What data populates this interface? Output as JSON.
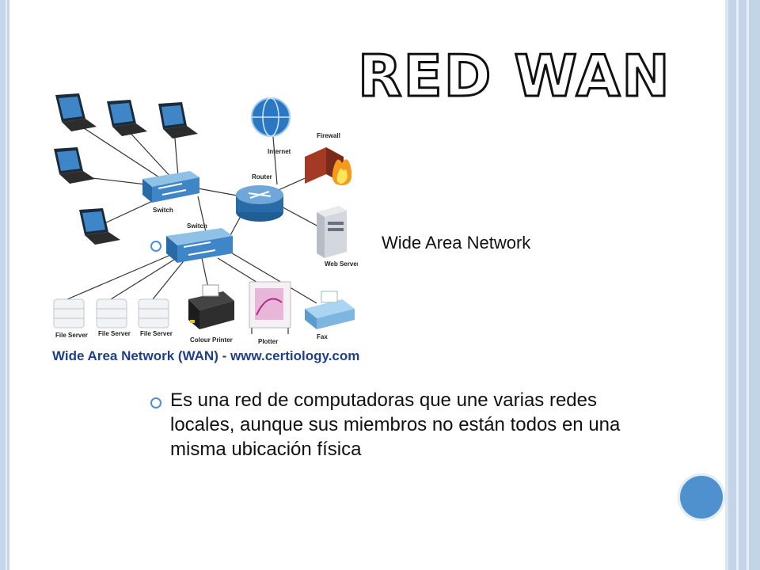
{
  "slide": {
    "title": "RED WAN",
    "bullet1": "Wide Area Network",
    "bullet2": "Es una red de computadoras que une varias redes locales, aunque sus miembros no están todos en una misma ubicación física"
  },
  "diagram": {
    "caption": "Wide Area Network (WAN) - www.certiology.com",
    "labels": {
      "internet": "Internet",
      "firewall": "Firewall",
      "router": "Router",
      "switch1": "Switch",
      "switch2": "Switch",
      "web_server": "Web Server",
      "file_server_1": "File Server",
      "file_server_2": "File Server",
      "file_server_3": "File Server",
      "colour_printer": "Colour Printer",
      "plotter": "Plotter",
      "fax": "Fax"
    }
  },
  "colors": {
    "accent": "#4f91cf",
    "border": "#c3d3e8",
    "caption": "#1f3f8a"
  }
}
